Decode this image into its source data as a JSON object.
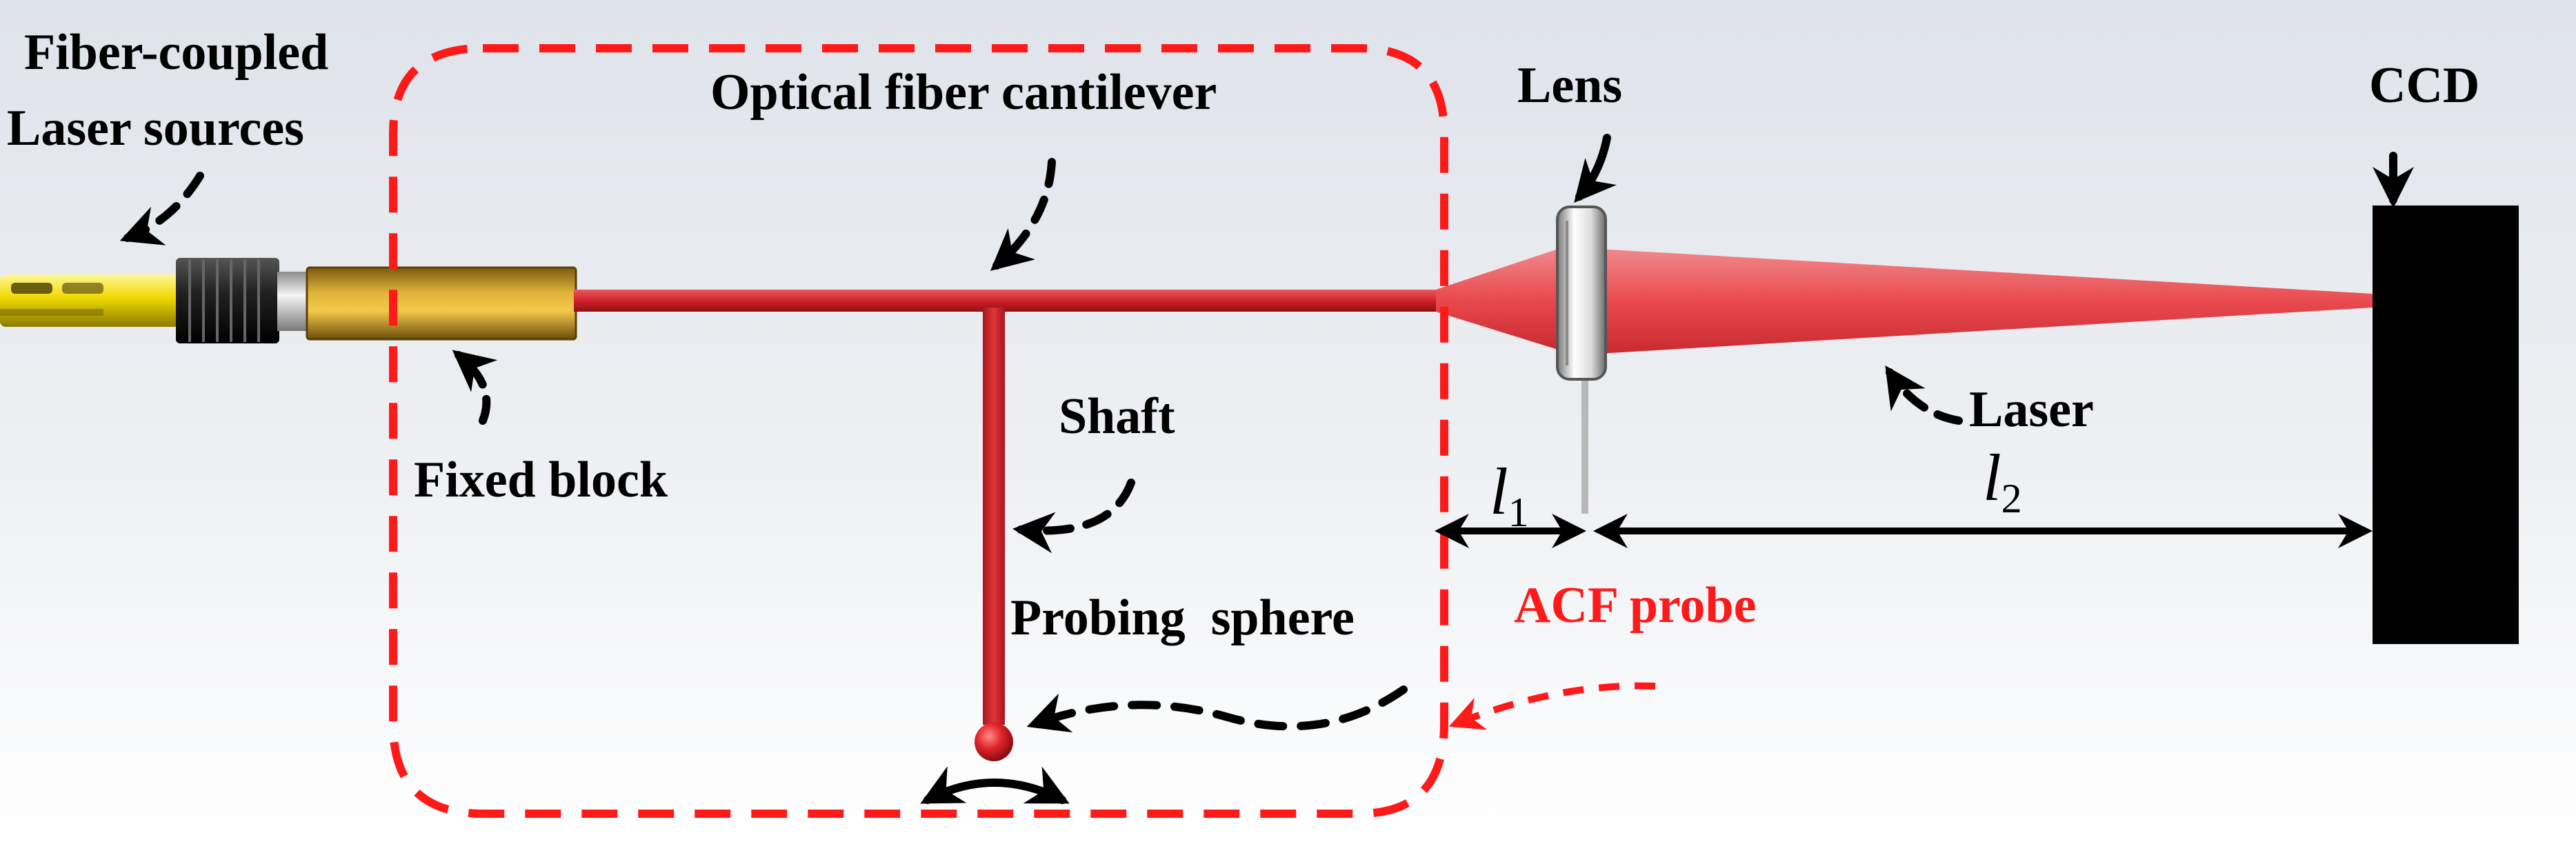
{
  "labels": {
    "fiber_coupled": "Fiber-coupled",
    "laser_sources": "Laser sources",
    "optical_fiber_cantilever": "Optical fiber cantilever",
    "lens": "Lens",
    "ccd": "CCD",
    "fixed_block": "Fixed block",
    "shaft": "Shaft",
    "laser": "Laser",
    "probing_sphere": "Probing  sphere",
    "acf_probe": "ACF probe"
  },
  "distances": {
    "l1_symbol": "l",
    "l1_sub": "1",
    "l2_symbol": "l",
    "l2_sub": "2"
  },
  "colors": {
    "fiber_red": "#d3222a",
    "beam_red": "#e94a4f",
    "dashed_red": "#ff1a1a",
    "connector_yellow": "#f0d800",
    "fixed_block_gold": "#c9a227",
    "ccd_black": "#000000",
    "background_top": "#dfe3ea",
    "background_bottom": "#ffffff"
  }
}
